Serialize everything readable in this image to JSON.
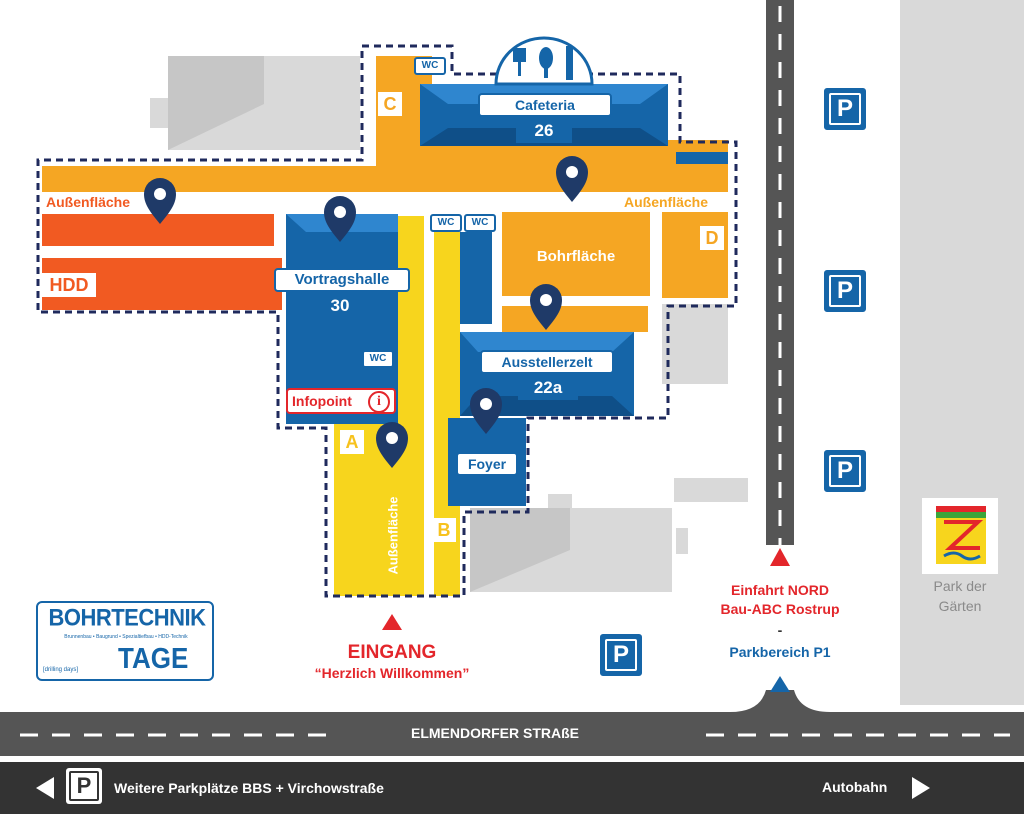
{
  "areas": {
    "cafeteria": {
      "name": "Cafeteria",
      "number": "26"
    },
    "vortragshalle": {
      "name": "Vortragshalle",
      "number": "30"
    },
    "ausstellerzelt": {
      "name": "Ausstellerzelt",
      "number": "22a"
    },
    "foyer": {
      "name": "Foyer"
    },
    "bohrflaeche": {
      "name": "Bohrfläche"
    },
    "aussenflaeche_left": "Außenfläche",
    "aussenflaeche_right": "Außenfläche",
    "aussenflaeche_vertical": "Außenfläche",
    "hdd": "HDD",
    "infopoint": "Infopoint",
    "wc": "WC"
  },
  "zones": {
    "a": "A",
    "b": "B",
    "c": "C",
    "d": "D"
  },
  "entrance": {
    "title": "EINGANG",
    "subtitle": "“Herzlich Willkommen”"
  },
  "north_entry": {
    "line1": "Einfahrt NORD",
    "line2": "Bau-ABC Rostrup",
    "dash": "-",
    "parking": "Parkbereich P1"
  },
  "park": {
    "line1": "Park der",
    "line2": "Gärten"
  },
  "street": {
    "name": "ELMENDORFER STRAßE"
  },
  "logo": {
    "line1": "BOHRTECHNIK",
    "tagline": "Brunnenbau • Baugrund • Spezialtiefbau • HDD-Technik",
    "line2": "TAGE",
    "small": "[drilling days]"
  },
  "parking_symbol": "P",
  "bottom_bar": {
    "left_text": "Weitere Parkplätze BBS + Virchowstraße",
    "right_text": "Autobahn"
  },
  "colors": {
    "blue": "#1565a8",
    "yellow": "#f7d51d",
    "orange": "#f5a623",
    "red_orange": "#f15a22",
    "navy": "#1f2a5c",
    "red": "#e3262b"
  }
}
